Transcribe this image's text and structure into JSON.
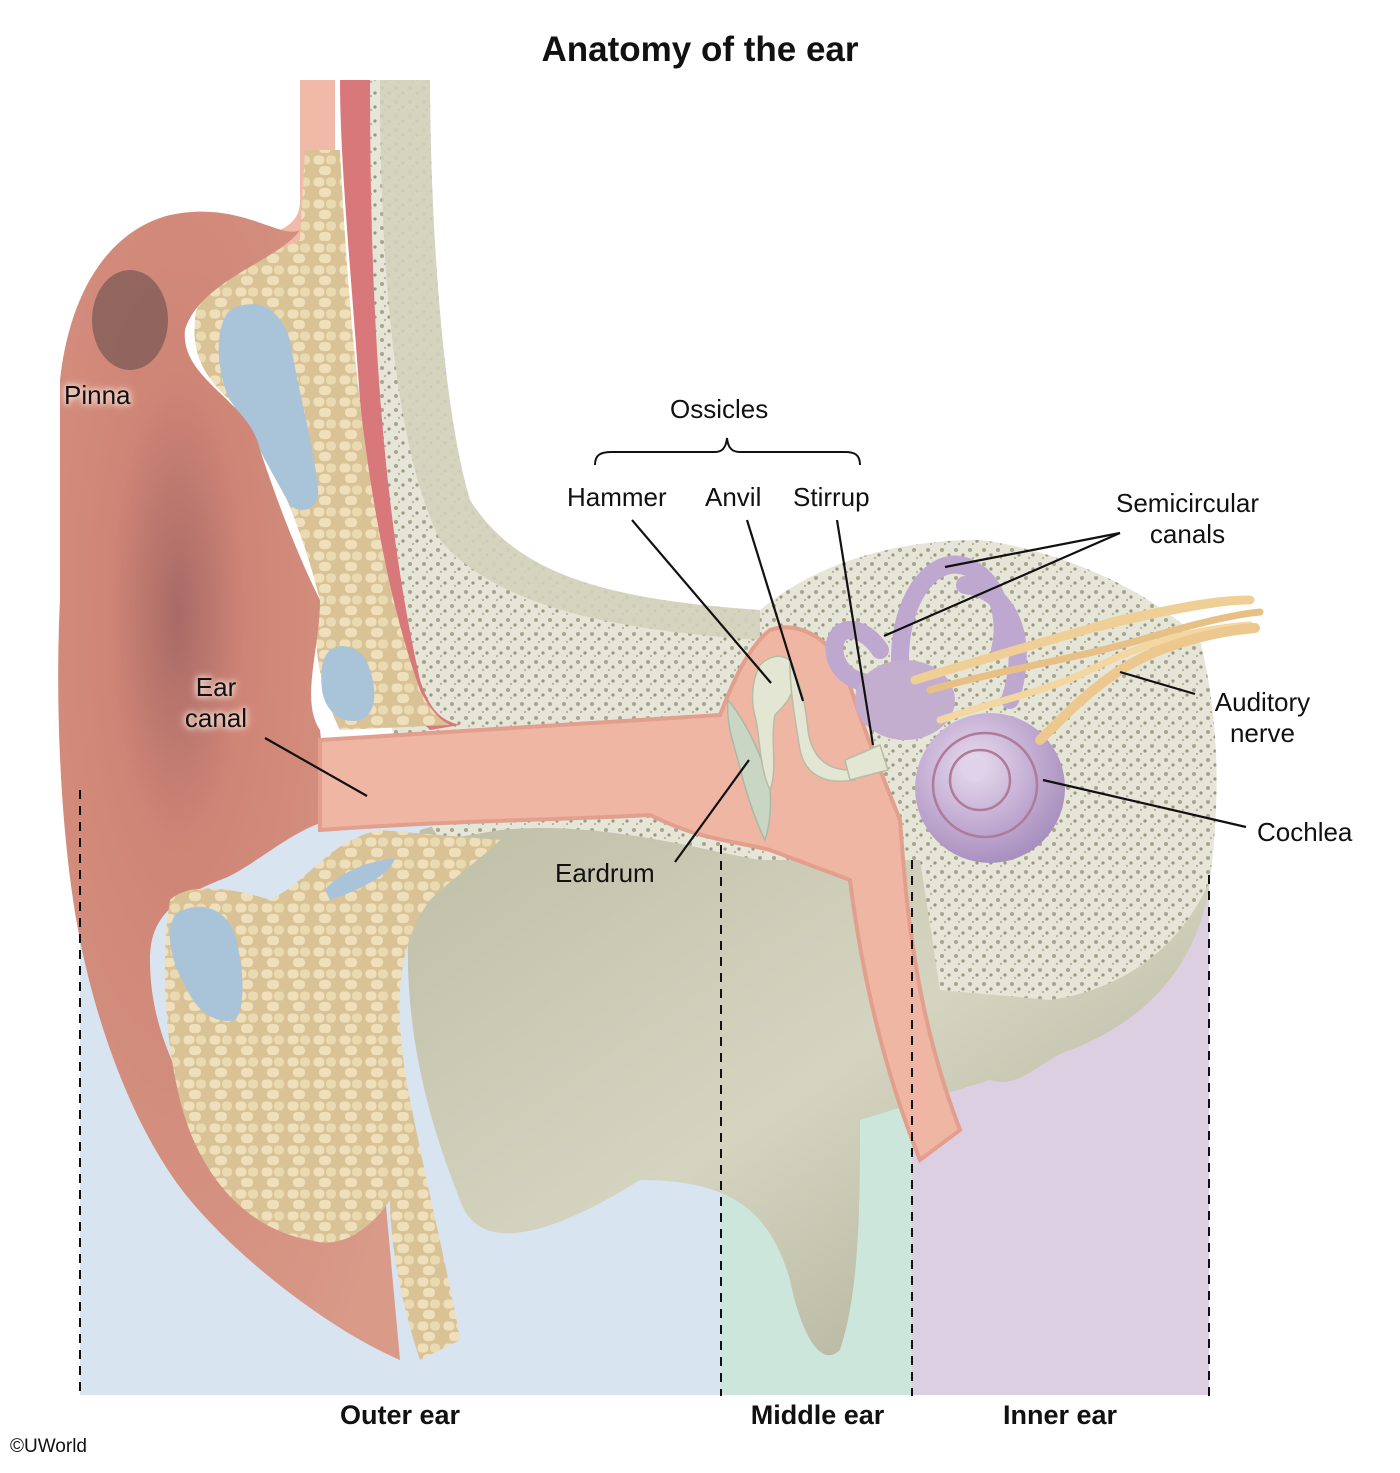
{
  "title": "Anatomy of the ear",
  "labels": {
    "pinna": "Pinna",
    "ear_canal_1": "Ear",
    "ear_canal_2": "canal",
    "ossicles": "Ossicles",
    "hammer": "Hammer",
    "anvil": "Anvil",
    "stirrup": "Stirrup",
    "semicircular_1": "Semicircular",
    "semicircular_2": "canals",
    "auditory_1": "Auditory",
    "auditory_2": "nerve",
    "cochlea": "Cochlea",
    "eardrum": "Eardrum"
  },
  "regions": [
    {
      "name": "Outer ear",
      "color": "#d8e4f0"
    },
    {
      "name": "Middle ear",
      "color": "#cde6dc"
    },
    {
      "name": "Inner ear",
      "color": "#dccfe2"
    }
  ],
  "copyright": "©UWorld",
  "colors": {
    "skin": "#d98e80",
    "skin_light": "#f2c0b0",
    "fat": "#e8d5ac",
    "cartilage": "#a9c4d8",
    "bone": "#d8d8c6",
    "bone_dark": "#b8b8a0",
    "muscle": "#d9787a",
    "inner_ear": "#c3aed0",
    "nerve": "#f0cf96",
    "ossicle": "#e2e6d2"
  }
}
